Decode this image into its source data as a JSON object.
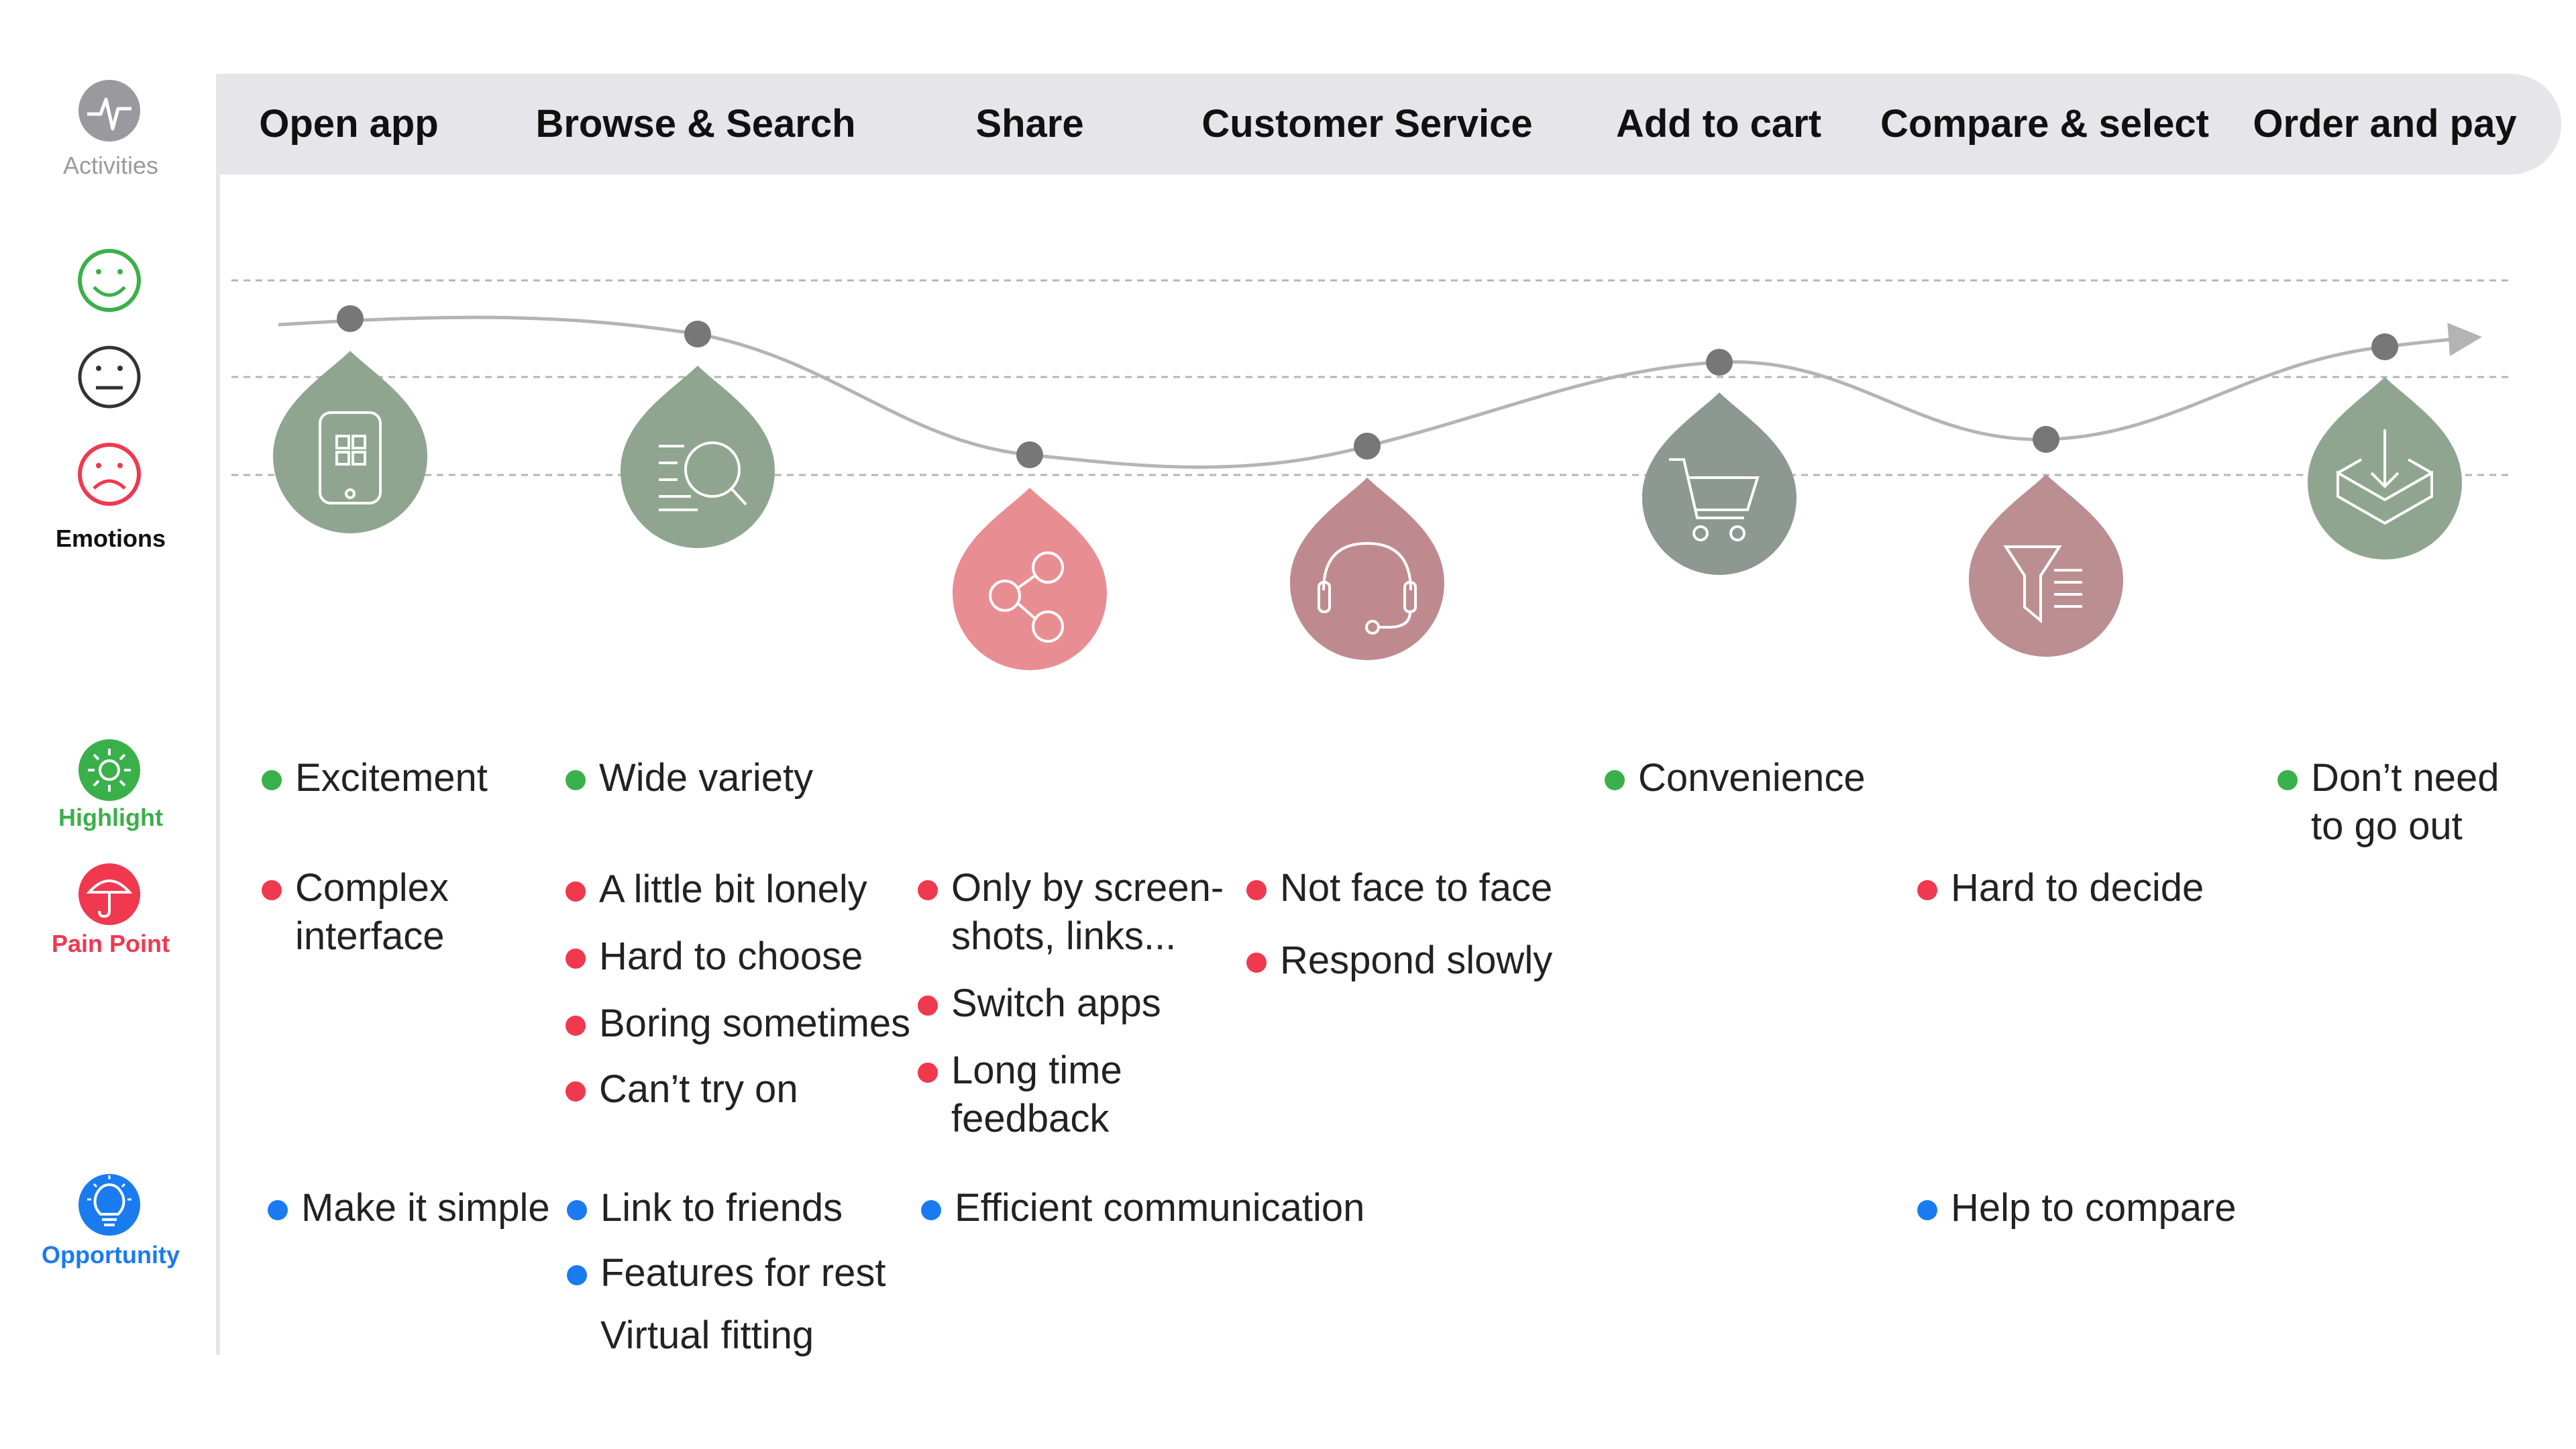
{
  "sidebar": {
    "activities": "Activities",
    "emotions": "Emotions",
    "highlight": "Highlight",
    "pain_point": "Pain Point",
    "opportunity": "Opportunity"
  },
  "stages": [
    {
      "title": "Open app",
      "icon": "phone-app-icon",
      "emotion": "positive"
    },
    {
      "title": "Browse & Search",
      "icon": "search-list-icon",
      "emotion": "positive"
    },
    {
      "title": "Share",
      "icon": "share-icon",
      "emotion": "negative"
    },
    {
      "title": "Customer Service",
      "icon": "headset-icon",
      "emotion": "negative"
    },
    {
      "title": "Add to cart",
      "icon": "cart-icon",
      "emotion": "neutral"
    },
    {
      "title": "Compare & select",
      "icon": "filter-list-icon",
      "emotion": "negative"
    },
    {
      "title": "Order and pay",
      "icon": "download-box-icon",
      "emotion": "positive"
    }
  ],
  "highlights": {
    "open_app": "Excitement",
    "browse": "Wide variety",
    "add_to_cart": "Convenience",
    "order_1": "Don’t need",
    "order_2": "to go out"
  },
  "pain_points": {
    "open_app_1": "Complex",
    "open_app_2": "interface",
    "browse_1": "A little bit lonely",
    "browse_2": "Hard to choose",
    "browse_3": "Boring sometimes",
    "browse_4": "Can’t try on",
    "share_1a": "Only by screen-",
    "share_1b": "shots, links...",
    "share_2": "Switch apps",
    "share_3a": "Long time",
    "share_3b": "feedback",
    "cs_1": "Not face to face",
    "cs_2": "Respond slowly",
    "compare_1": "Hard to decide"
  },
  "opportunities": {
    "open_app": "Make it simple",
    "browse_1": "Link to friends",
    "browse_2": "Features for rest",
    "browse_3": "Virtual fitting",
    "share": "Efficient communication",
    "compare": "Help to compare"
  },
  "colors": {
    "positive_drop": "#8fa58f",
    "neutral_drop": "#8c9890",
    "negative_drop_share": "#e88e92",
    "negative_drop_cs": "#bf8a8f",
    "negative_drop_compare": "#bb8e92",
    "highlight": "#3ab04a",
    "pain": "#f0384f",
    "opportunity": "#1a7bf0"
  }
}
